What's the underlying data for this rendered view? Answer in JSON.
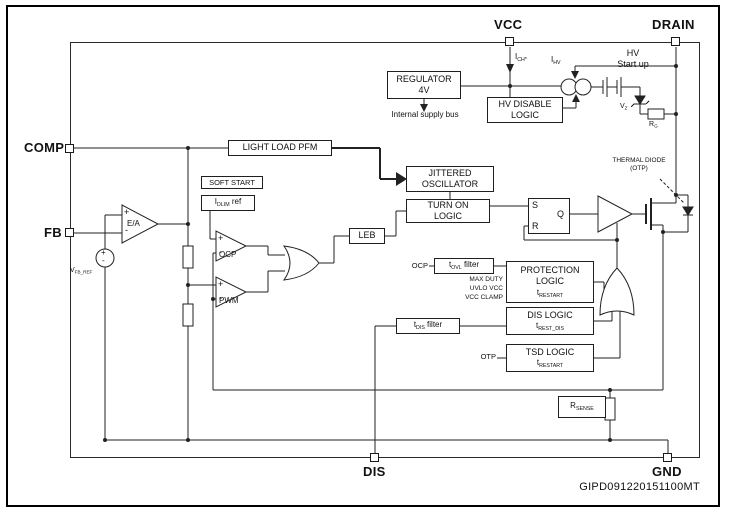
{
  "part_number": "GIPD091220151100MT",
  "pins": {
    "vcc": "VCC",
    "drain": "DRAIN",
    "comp": "COMP",
    "fb": "FB",
    "dis": "DIS",
    "gnd": "GND"
  },
  "blocks": {
    "regulator": {
      "line1": "REGULATOR",
      "line2": "4V"
    },
    "internal_supply_bus": "Internal supply bus",
    "hv_disable": {
      "line1": "HV DISABLE",
      "line2": "LOGIC"
    },
    "light_load_pfm": "LIGHT LOAD PFM",
    "jittered_oscillator": {
      "line1": "JITTERED",
      "line2": "OSCILLATOR"
    },
    "soft_start": "SOFT START",
    "idlim_ref": {
      "pre": "I",
      "sub": "DLIM",
      "post": " ref"
    },
    "turn_on_logic": {
      "line1": "TURN ON",
      "line2": "LOGIC"
    },
    "latch": {
      "s": "S",
      "q": "Q",
      "r": "R"
    },
    "leb": "LEB",
    "tovl_filter": {
      "pre": "t",
      "sub": "OVL",
      "post": " filter"
    },
    "protection_logic": {
      "line1": "PROTECTION",
      "line2": "LOGIC",
      "trestart_pre": "t",
      "trestart_sub": "RESTART"
    },
    "dis_logic": {
      "line1": "DIS LOGIC",
      "trest_pre": "t",
      "trest_sub": "REST_DIS"
    },
    "tdis_filter": {
      "pre": "t",
      "sub": "DIS",
      "post": " filter"
    },
    "tsd_logic": {
      "line1": "TSD LOGIC",
      "trestart_pre": "t",
      "trestart_sub": "RESTART"
    },
    "rsense": {
      "pre": "R",
      "sub": "SENSE"
    },
    "rg": {
      "pre": "R",
      "sub": "G"
    },
    "vz": {
      "pre": "V",
      "sub": "Z"
    },
    "ea_amp": "E/A",
    "ocp_comp": "OCP",
    "pwm_comp": "PWM",
    "vfb_ref": {
      "pre": "V",
      "sub": "FB_REF"
    },
    "ich": {
      "pre": "I",
      "sub": "CH*"
    },
    "ihv": {
      "pre": "I",
      "sub": "HV"
    },
    "hv_startup": {
      "line1": "HV",
      "line2": "Start up"
    },
    "thermal_diode": {
      "line1": "THERMAL DIODE",
      "line2": "(OTP)"
    }
  },
  "signals": {
    "ocp": "OCP",
    "max_duty": "MAX DUTY",
    "uvlo_vcc": "UVLO VCC",
    "vcc_clamp": "VCC CLAMP",
    "otp": "OTP",
    "plus": "+",
    "minus": "-"
  },
  "colors": {
    "line": "#222222",
    "background": "#ffffff"
  }
}
